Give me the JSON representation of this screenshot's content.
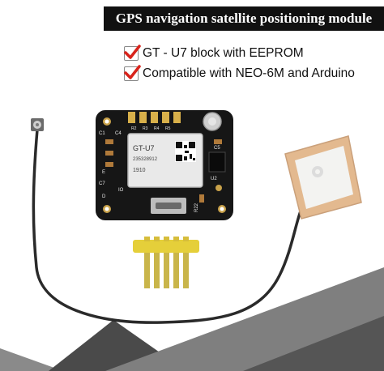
{
  "banner": {
    "title": "GPS navigation satellite positioning module"
  },
  "features": [
    {
      "text": "GT - U7 block with EEPROM"
    },
    {
      "text": "Compatible with NEO-6M and Arduino"
    }
  ],
  "chip": {
    "line1": "GT-U7",
    "line2": "235328912",
    "line3": "1910"
  },
  "board_labels": {
    "c1": "C1",
    "c4": "C4",
    "r2": "R2",
    "r3": "R3",
    "r4": "R4",
    "r5": "R5",
    "c5": "C5",
    "c7": "C7",
    "e": "E",
    "d": "D",
    "u2": "U2",
    "r22": "R22",
    "io": "IO"
  },
  "colors": {
    "board": "#161616",
    "antenna_body": "#e3b98f",
    "antenna_patch": "#f3f3f1",
    "cable": "#2a2a2a",
    "header_pins": "#e5cf3a",
    "check_red": "#d8231b",
    "floor_gray": "#4d4d4d"
  }
}
